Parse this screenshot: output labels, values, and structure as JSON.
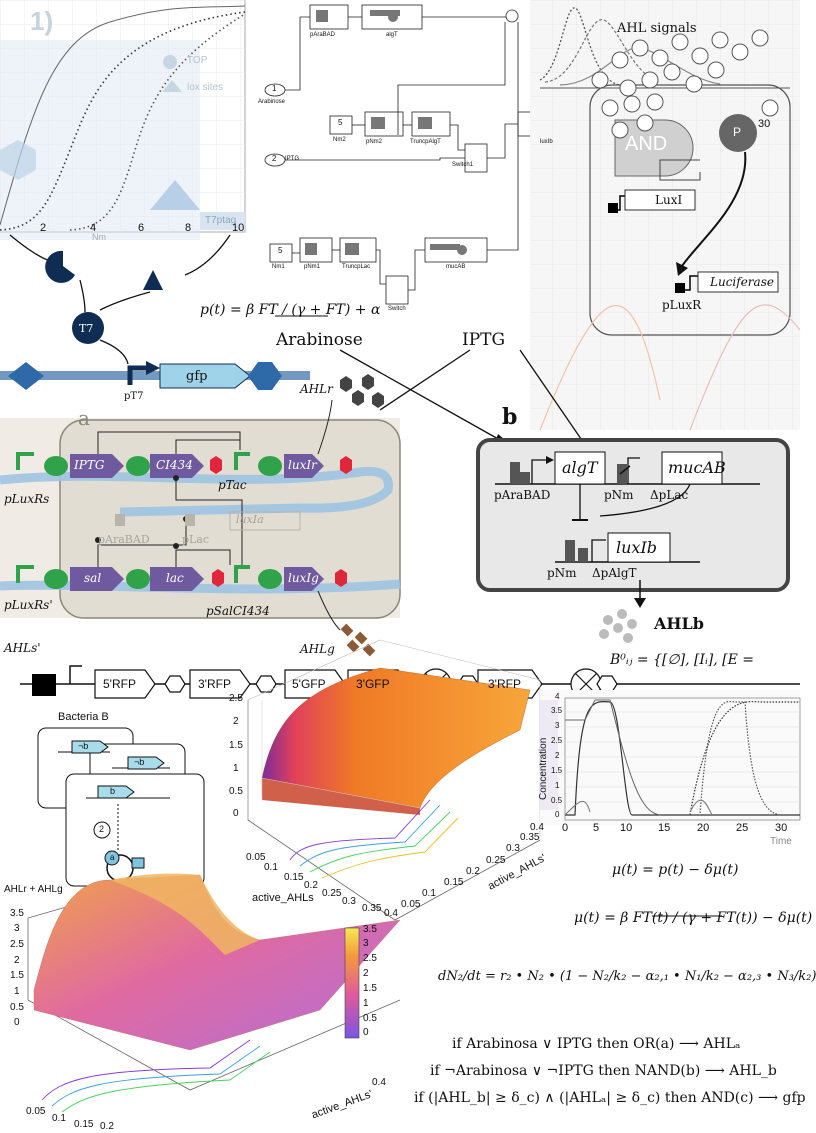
{
  "panels": {
    "top_left_plot": {
      "panel_letter": "1)",
      "x_ticks": [
        "2",
        "4",
        "6",
        "8",
        "10"
      ],
      "legend": [
        "TOP",
        "lox sites"
      ],
      "gate_label": "T7ptag",
      "nm_label": "Nm"
    },
    "t7_pathway": {
      "t7_label": "T7",
      "gene_label": "gfp",
      "promoter_label": "pT7"
    },
    "simulink": {
      "blocks": [
        "pAraBAD",
        "algT",
        "Arabinose",
        "Nm2",
        "pNm2",
        "TruncpAlgT",
        "Switch1",
        "luxIb",
        "IPTG",
        "Nm1",
        "pNm1",
        "TruncpLac",
        "Switch",
        "mucAB"
      ],
      "const_values": [
        "1",
        "5",
        "2",
        "5"
      ]
    },
    "and_panel": {
      "title": "AHL signals",
      "gate": "AND",
      "p_node": "P",
      "genes": [
        "LuxI",
        "Luciferase"
      ],
      "promoter": "pLuxR",
      "tick": "30"
    },
    "circuit_a": {
      "letter": "a",
      "top_genes": [
        "IPTG",
        "CI434",
        "luxIr"
      ],
      "bottom_genes": [
        "sal",
        "lac",
        "luxIg"
      ],
      "promoters": [
        "pLuxRs",
        "pTac",
        "pAraBAD",
        "pLac",
        "pLuxRs'",
        "pSalCI434"
      ],
      "ghost_gene": "luxIa",
      "signals": [
        "AHLr",
        "AHLs'",
        "AHLg"
      ]
    },
    "circuit_b": {
      "letter": "b",
      "inputs": [
        "Arabinose",
        "IPTG"
      ],
      "genes": [
        "algT",
        "mucAB",
        "luxIb"
      ],
      "promoters": [
        "pAraBAD",
        "pNm",
        "ΔpLac",
        "pNm",
        "ΔpAlgT"
      ],
      "output": "AHLb"
    },
    "rfp_construct": {
      "parts": [
        "5'RFP",
        "3'RFP",
        "5'GFP",
        "3'GFP",
        "3'RFP"
      ]
    },
    "bacteria": {
      "title": "Bacteria B",
      "genes": [
        "¬b",
        "¬b",
        "b"
      ],
      "step": "2",
      "node": "a"
    },
    "surface1": {
      "z_ticks": [
        "2.5",
        "2",
        "1.5",
        "1",
        "0.5",
        "0"
      ],
      "x_ticks": [
        "0.05",
        "0.1",
        "0.15",
        "0.2",
        "0.25",
        "0.3",
        "0.35",
        "0.4"
      ],
      "y_ticks": [
        "0.05",
        "0.1",
        "0.15",
        "0.2",
        "0.25",
        "0.3",
        "0.35",
        "0.4"
      ],
      "x_label": "active_AHLs",
      "y_label": "active_AHLs'"
    },
    "surface2": {
      "z_label": "AHLr + AHLg",
      "z_ticks": [
        "3.5",
        "3",
        "2.5",
        "2",
        "1.5",
        "1",
        "0.5",
        "0"
      ],
      "colorbar_ticks": [
        "3.5",
        "3",
        "2.5",
        "2",
        "1.5",
        "1",
        "0.5",
        "0"
      ],
      "x_ticks": [
        "0.05",
        "0.1",
        "0.15",
        "0.2"
      ],
      "y_tick": "0.4",
      "y_label": "active_AHLs'"
    },
    "conc_plot": {
      "ylabel": "Concentration",
      "xlabel": "Time",
      "y_ticks": [
        "4",
        "3.5",
        "3",
        "2.5",
        "2",
        "1.5",
        "1",
        "0.5",
        "0"
      ],
      "x_ticks": [
        "0",
        "5",
        "10",
        "15",
        "20",
        "25",
        "30"
      ]
    }
  },
  "equations": {
    "p_t": "p(t) = β FT / (γ + FT) + α",
    "b_set": "B⁰ᵢⱼ = {[∅], [Iᵢ], [E =",
    "mu1": "μ(t) = p(t) − δμ(t)",
    "mu2": "μ(t) = β FT(t) / (γ + FT(t)) − δμ(t)",
    "dN2": "dN₂/dt = r₂ • N₂ • (1 − N₂/k₂ − α₂,₁ • N₁/k₂ − α₂,₃ • N₃/k₂)",
    "rule1": "if Arabinosa ∨ IPTG then OR(a) ⟶ AHLₐ",
    "rule2": "if ¬Arabinosa ∨ ¬IPTG then NAND(b) ⟶ AHL_b",
    "rule3": "if (|AHL_b| ≥ δ_c) ∧ (|AHLₐ| ≥ δ_c) then AND(c) ⟶ gfp"
  }
}
